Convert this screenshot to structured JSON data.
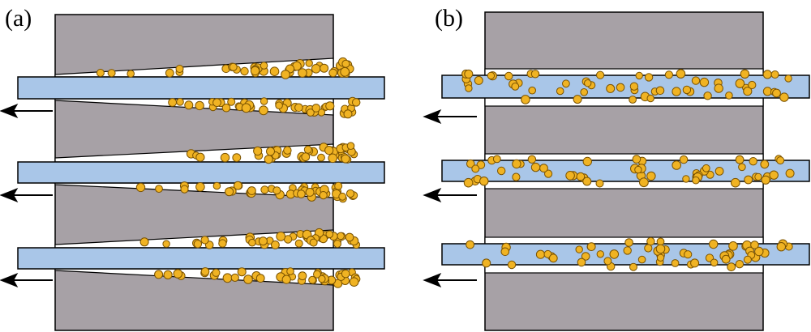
{
  "panels": [
    {
      "id": "a",
      "label": "(a)",
      "type": "tapered-gaps",
      "strips": 3
    },
    {
      "id": "b",
      "label": "(b)",
      "type": "parallel-gaps-embedded",
      "strips": 3
    }
  ],
  "colors": {
    "block": "#a7a1a6",
    "strip": "#a9c6e8",
    "particle": "#f0b323",
    "particle_outline": "#7a5200",
    "outline": "#000000",
    "gap": "#ffffff"
  },
  "icons": {
    "arrow": "left-arrow-icon",
    "particle": "particle-dot-icon"
  }
}
